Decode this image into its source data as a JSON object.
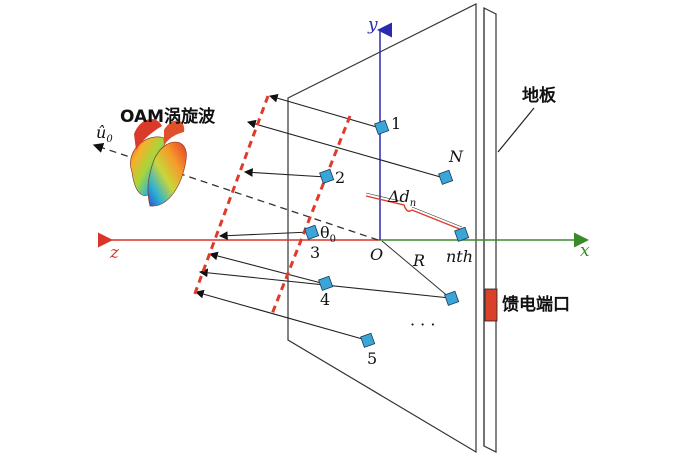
{
  "labels": {
    "oam_wave": "OAM涡旋波",
    "u0": "û",
    "u0_sub": "0",
    "ground_plate": "地板",
    "feed_port": "馈电端口",
    "axis_x": "x",
    "axis_y": "y",
    "axis_z": "z",
    "origin": "O",
    "theta0": "θ",
    "theta0_sub": "0",
    "delta_d": "Δd",
    "delta_d_sub": "n",
    "radius": "R",
    "element_1": "1",
    "element_2": "2",
    "element_3": "3",
    "element_4": "4",
    "element_5": "5",
    "element_N": "N",
    "element_nth": "nth",
    "ellipsis": "·  ·  ·"
  },
  "colors": {
    "z_axis": "#d9352a",
    "x_axis": "#3a8a2a",
    "y_axis": "#2a2ab0",
    "wavefront": "#e03a2a",
    "element": "#3aa5d6",
    "feed": "#d9412a",
    "delta_line": "#e03a2a"
  }
}
